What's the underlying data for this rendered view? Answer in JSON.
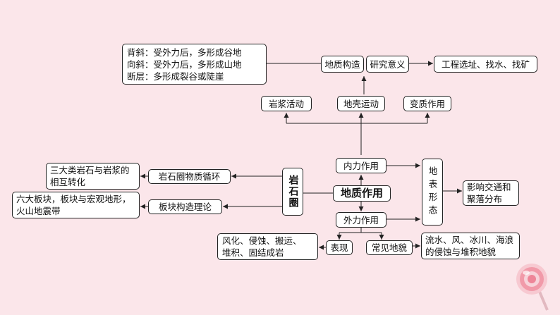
{
  "nodes": {
    "fold_notes": [
      "背斜：受外力后，多形成谷地",
      "向斜：受外力后，多形成山地",
      "断层：多形成裂谷或陡崖"
    ],
    "geo_structure": "地质构造",
    "research_significance": "研究意义",
    "engineering": "工程选址、找水、找矿",
    "magma_activity": "岩浆活动",
    "crustal_movement": "地壳运动",
    "metamorphism": "变质作用",
    "internal_force": "内力作用",
    "lithosphere": "岩石圈",
    "geologic_action": "地质作用",
    "external_force": "外力作用",
    "surface_form": "地表形态",
    "impact": [
      "影响交通和",
      "聚落分布"
    ],
    "rock_cycle": "岩石圈物质循环",
    "rock_types": [
      "三大类岩石与岩浆的",
      "相互转化"
    ],
    "plate_theory": "板块构造理论",
    "plates": [
      "六大板块，板块与宏观地形，",
      "火山地震带"
    ],
    "expression": "表现",
    "weathering": [
      "风化、侵蚀、搬运、",
      "堆积、固结成岩"
    ],
    "common_landforms": "常见地貌",
    "erosion_landforms": [
      "流水、风、冰川、海浪",
      "的侵蚀与堆积地貌"
    ]
  },
  "colors": {
    "background": "#fbe6ea",
    "box_fill": "#ffffff",
    "border": "#222222"
  }
}
